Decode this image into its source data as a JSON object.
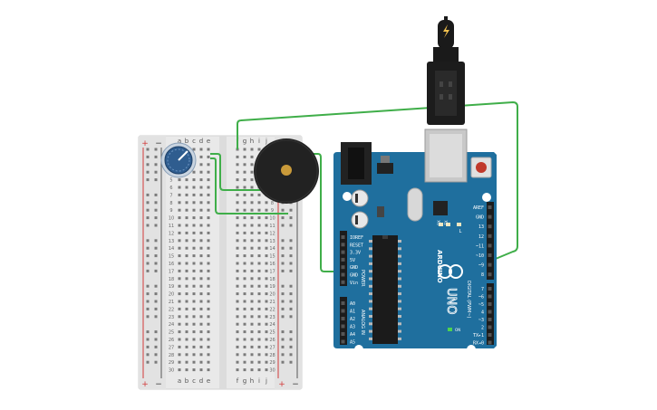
{
  "breadboard": {
    "rail_plus": "+",
    "rail_minus": "−",
    "columns_left": [
      "a",
      "b",
      "c",
      "d",
      "e"
    ],
    "columns_right": [
      "f",
      "g",
      "h",
      "i",
      "j"
    ],
    "row_count": 30
  },
  "arduino": {
    "brand": "ARDUINO",
    "model": "UNO",
    "on_label": "ON",
    "tx_label": "TX",
    "rx_label": "RX",
    "l_label": "L",
    "power_header_title": "POWER",
    "analog_header_title": "ANALOG IN",
    "digital_header_title": "DIGITAL (PWM~)",
    "power_pins": [
      "IOREF",
      "RESET",
      "3.3V",
      "5V",
      "GND",
      "GND",
      "Vin"
    ],
    "analog_pins": [
      "A0",
      "A1",
      "A2",
      "A3",
      "A4",
      "A5"
    ],
    "digital_top_pins": [
      "AREF",
      "GND",
      "13",
      "12",
      "~11",
      "~10",
      "~9",
      "8"
    ],
    "digital_bottom_pins": [
      "7",
      "~6",
      "~5",
      "4",
      "~3",
      "2",
      "TX▸1",
      "RX◂0"
    ]
  },
  "colors": {
    "board": "#1f6f9e",
    "wire": "#3fae49",
    "breadboard": "#e8e8e8",
    "rail_red": "#d23a3a",
    "rail_blue": "#3a3a3a",
    "pot_knob": "#2f5d8f",
    "buzzer": "#222222"
  },
  "components": {
    "potentiometer": "potentiometer-icon",
    "buzzer": "piezo-buzzer-icon",
    "usb_plug": "usb-plug-icon",
    "power_bolt": "lightning-bolt-icon"
  }
}
